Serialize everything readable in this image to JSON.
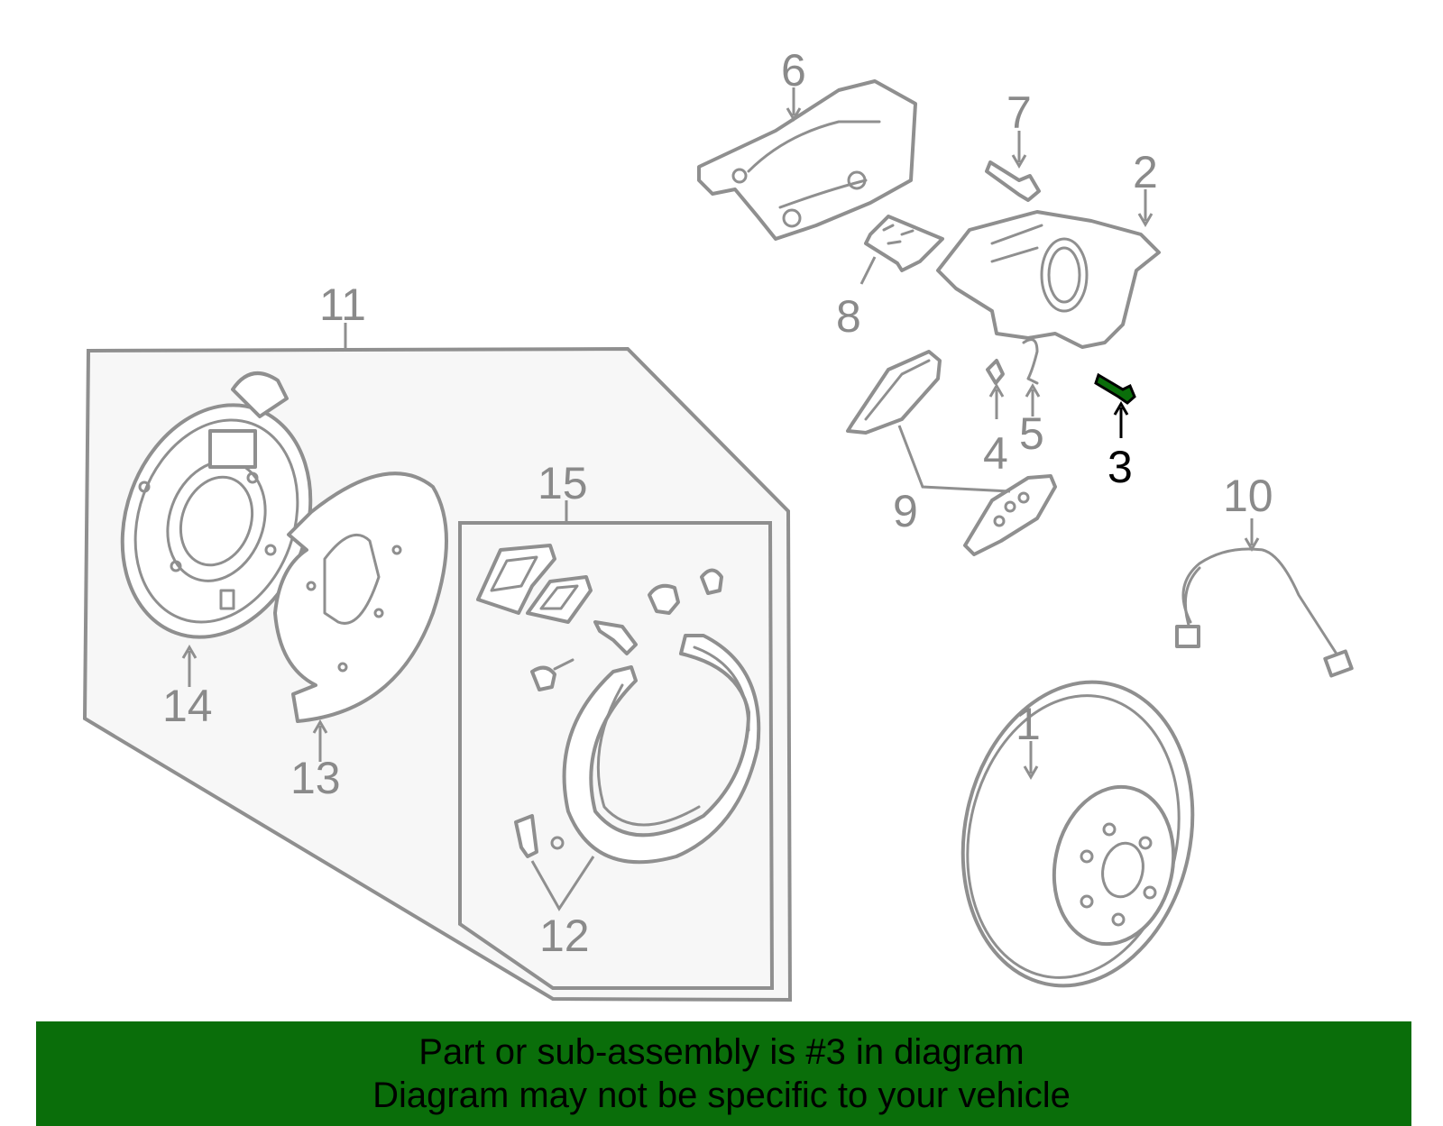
{
  "colors": {
    "line": "#8f8f8f",
    "label": "#8a8a8a",
    "highlight_part": "#0a6e0a",
    "highlight_label": "#000000",
    "banner_bg": "#0a6e0a",
    "panel_fill": "#f7f7f7"
  },
  "callouts": {
    "n1": "1",
    "n2": "2",
    "n3": "3",
    "n4": "4",
    "n5": "5",
    "n6": "6",
    "n7": "7",
    "n8": "8",
    "n9": "9",
    "n10": "10",
    "n11": "11",
    "n12": "12",
    "n13": "13",
    "n14": "14",
    "n15": "15"
  },
  "highlighted_part": "3",
  "banner": {
    "line1": "Part or sub-assembly is #3 in diagram",
    "line2": "Diagram may not be specific to your vehicle"
  }
}
